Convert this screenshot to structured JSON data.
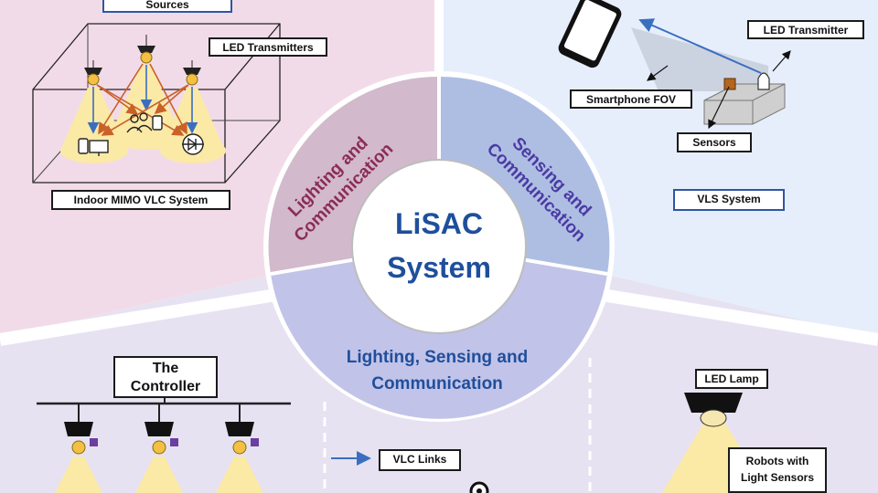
{
  "center": {
    "title_line1": "LiSAC",
    "title_line2": "System",
    "segment_top_left": [
      "Lighting and",
      "Communication"
    ],
    "segment_top_right": [
      "Sensing and",
      "Communication"
    ],
    "segment_bottom": [
      "Lighting, Sensing and",
      "Communication"
    ]
  },
  "top_left": {
    "sources_label": "Sources",
    "led_transmitters_label": "LED Transmitters",
    "system_label": "Indoor MIMO VLC System"
  },
  "top_right": {
    "led_transmitter_label": "LED Transmitter",
    "smartphone_fov_label": "Smartphone FOV",
    "sensors_label": "Sensors",
    "system_label": "VLS System"
  },
  "bottom_left": {
    "controller_label_line1": "The",
    "controller_label_line2": "Controller",
    "vlc_links_label": "VLC Links"
  },
  "bottom_right": {
    "led_lamp_label": "LED Lamp",
    "robots_label_line1": "Robots with",
    "robots_label_line2": "Light Sensors"
  },
  "colors": {
    "quad_top_left": "#f2dbe8",
    "quad_top_right": "#e6eefb",
    "quad_bottom": "#e7e2f1",
    "segment_top_left": "#d2b9cc",
    "segment_top_right": "#aebee3",
    "segment_bottom": "#c1c3e8",
    "text_maroon": "#8b2c57",
    "text_purple": "#4a3ba4",
    "text_blue": "#1f4f9c",
    "light_yellow": "#fbe9a6",
    "arrow_blue": "#3a6fc0",
    "arrow_orange": "#c9612a"
  }
}
